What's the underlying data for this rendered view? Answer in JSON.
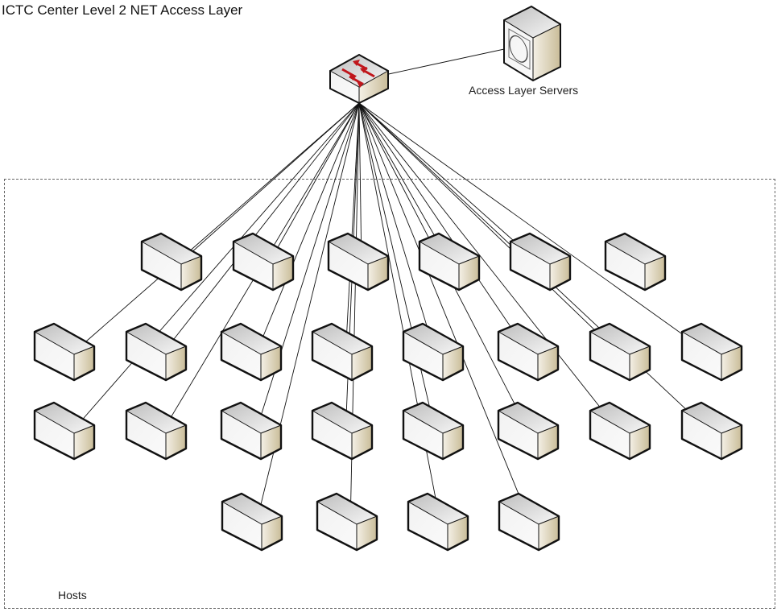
{
  "title": "ICTC Center Level 2 NET Access Layer",
  "servers": {
    "label": "Access Layer Servers",
    "icon": "server-icon"
  },
  "switch": {
    "name": "access-switch",
    "icon": "switch-icon",
    "accent_color": "#c0161c"
  },
  "hosts_zone": {
    "label": "Hosts"
  },
  "colors": {
    "outline": "#111111",
    "face_light": "#f4f4f4",
    "face_top": "#d6d6d6",
    "face_side": "#d8cdb2",
    "link": "#111111",
    "zone_border": "#666666"
  },
  "hosts": [
    {
      "row": 1,
      "col": 1,
      "connected": true
    },
    {
      "row": 1,
      "col": 2,
      "connected": true
    },
    {
      "row": 1,
      "col": 3,
      "connected": true
    },
    {
      "row": 1,
      "col": 4,
      "connected": true
    },
    {
      "row": 1,
      "col": 5,
      "connected": true
    },
    {
      "row": 1,
      "col": 6,
      "connected": false
    },
    {
      "row": 2,
      "col": 1,
      "connected": true
    },
    {
      "row": 2,
      "col": 2,
      "connected": true
    },
    {
      "row": 2,
      "col": 3,
      "connected": true
    },
    {
      "row": 2,
      "col": 4,
      "connected": true
    },
    {
      "row": 2,
      "col": 5,
      "connected": true
    },
    {
      "row": 2,
      "col": 6,
      "connected": true
    },
    {
      "row": 2,
      "col": 7,
      "connected": true
    },
    {
      "row": 2,
      "col": 8,
      "connected": true
    },
    {
      "row": 3,
      "col": 1,
      "connected": true
    },
    {
      "row": 3,
      "col": 2,
      "connected": true
    },
    {
      "row": 3,
      "col": 3,
      "connected": true
    },
    {
      "row": 3,
      "col": 4,
      "connected": true
    },
    {
      "row": 3,
      "col": 5,
      "connected": true
    },
    {
      "row": 3,
      "col": 6,
      "connected": true
    },
    {
      "row": 3,
      "col": 7,
      "connected": true
    },
    {
      "row": 3,
      "col": 8,
      "connected": true
    },
    {
      "row": 4,
      "col": 1,
      "connected": true
    },
    {
      "row": 4,
      "col": 2,
      "connected": true
    },
    {
      "row": 4,
      "col": 3,
      "connected": true
    },
    {
      "row": 4,
      "col": 4,
      "connected": true
    }
  ],
  "links": [
    {
      "from": "access-switch",
      "to": "access-layer-servers"
    }
  ]
}
